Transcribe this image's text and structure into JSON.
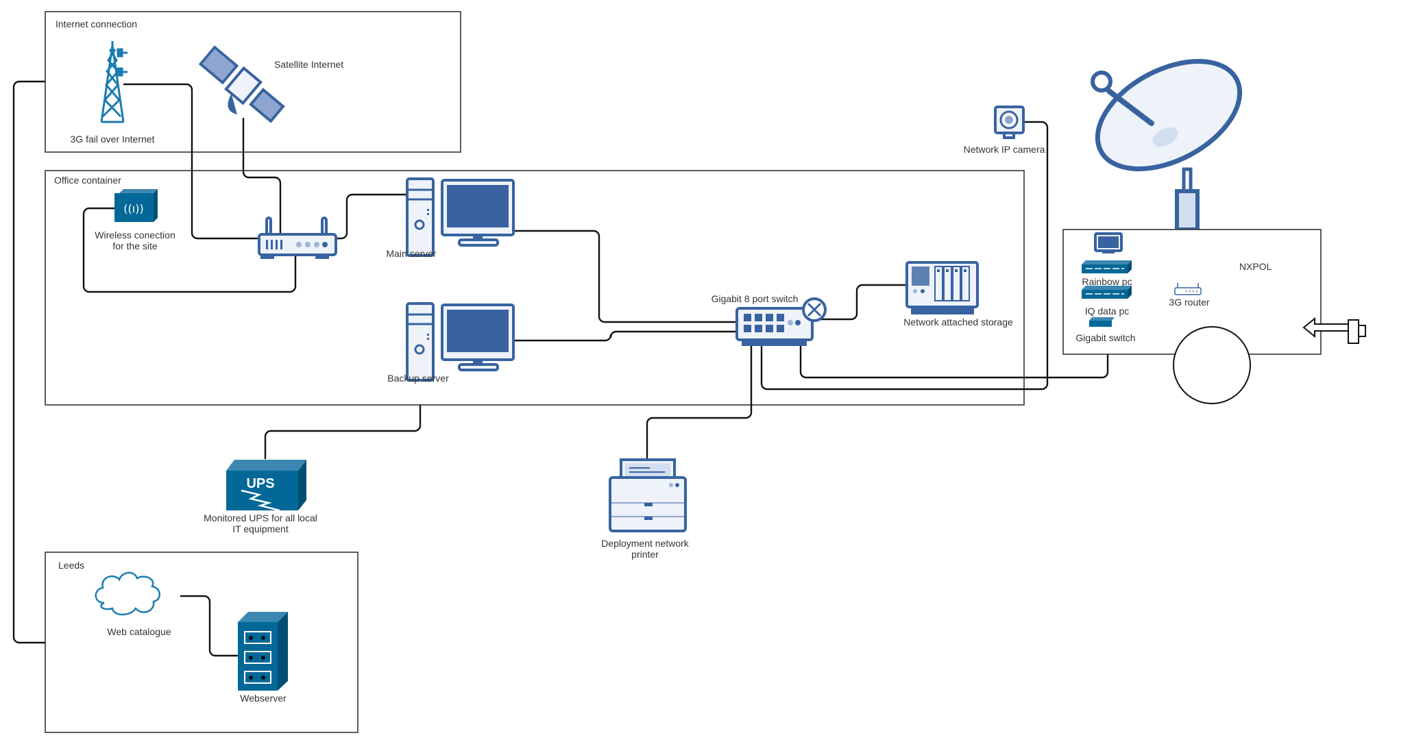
{
  "groups": {
    "internet": "Internet connection",
    "office": "Office  container",
    "leeds": "Leeds",
    "nxpol": "NXPOL"
  },
  "nodes": {
    "tower": "3G fail over Internet",
    "satellite": "Satellite Internet",
    "wireless_l1": "Wireless conection",
    "wireless_l2": "for the site",
    "main_server": "Main server",
    "backup_server": "Backup server",
    "switch": "Gigabit 8 port switch",
    "nas": "Network attached  storage",
    "camera": "Network IP camera",
    "ups_l1": "Monitored UPS for all local",
    "ups_l2": "IT equipment",
    "ups_badge": "UPS",
    "printer_l1": "Deployment network",
    "printer_l2": "printer",
    "web_catalogue": "Web catalogue",
    "webserver": "Webserver",
    "rainbow_pc": "Rainbow pc",
    "iq_pc": "IQ data pc",
    "gig_switch": "Gigabit switch",
    "router_3g": "3G router"
  },
  "colors": {
    "icon_blue": "#3863a0",
    "icon_fill": "#eef2f9",
    "cisco_teal": "#036897"
  }
}
